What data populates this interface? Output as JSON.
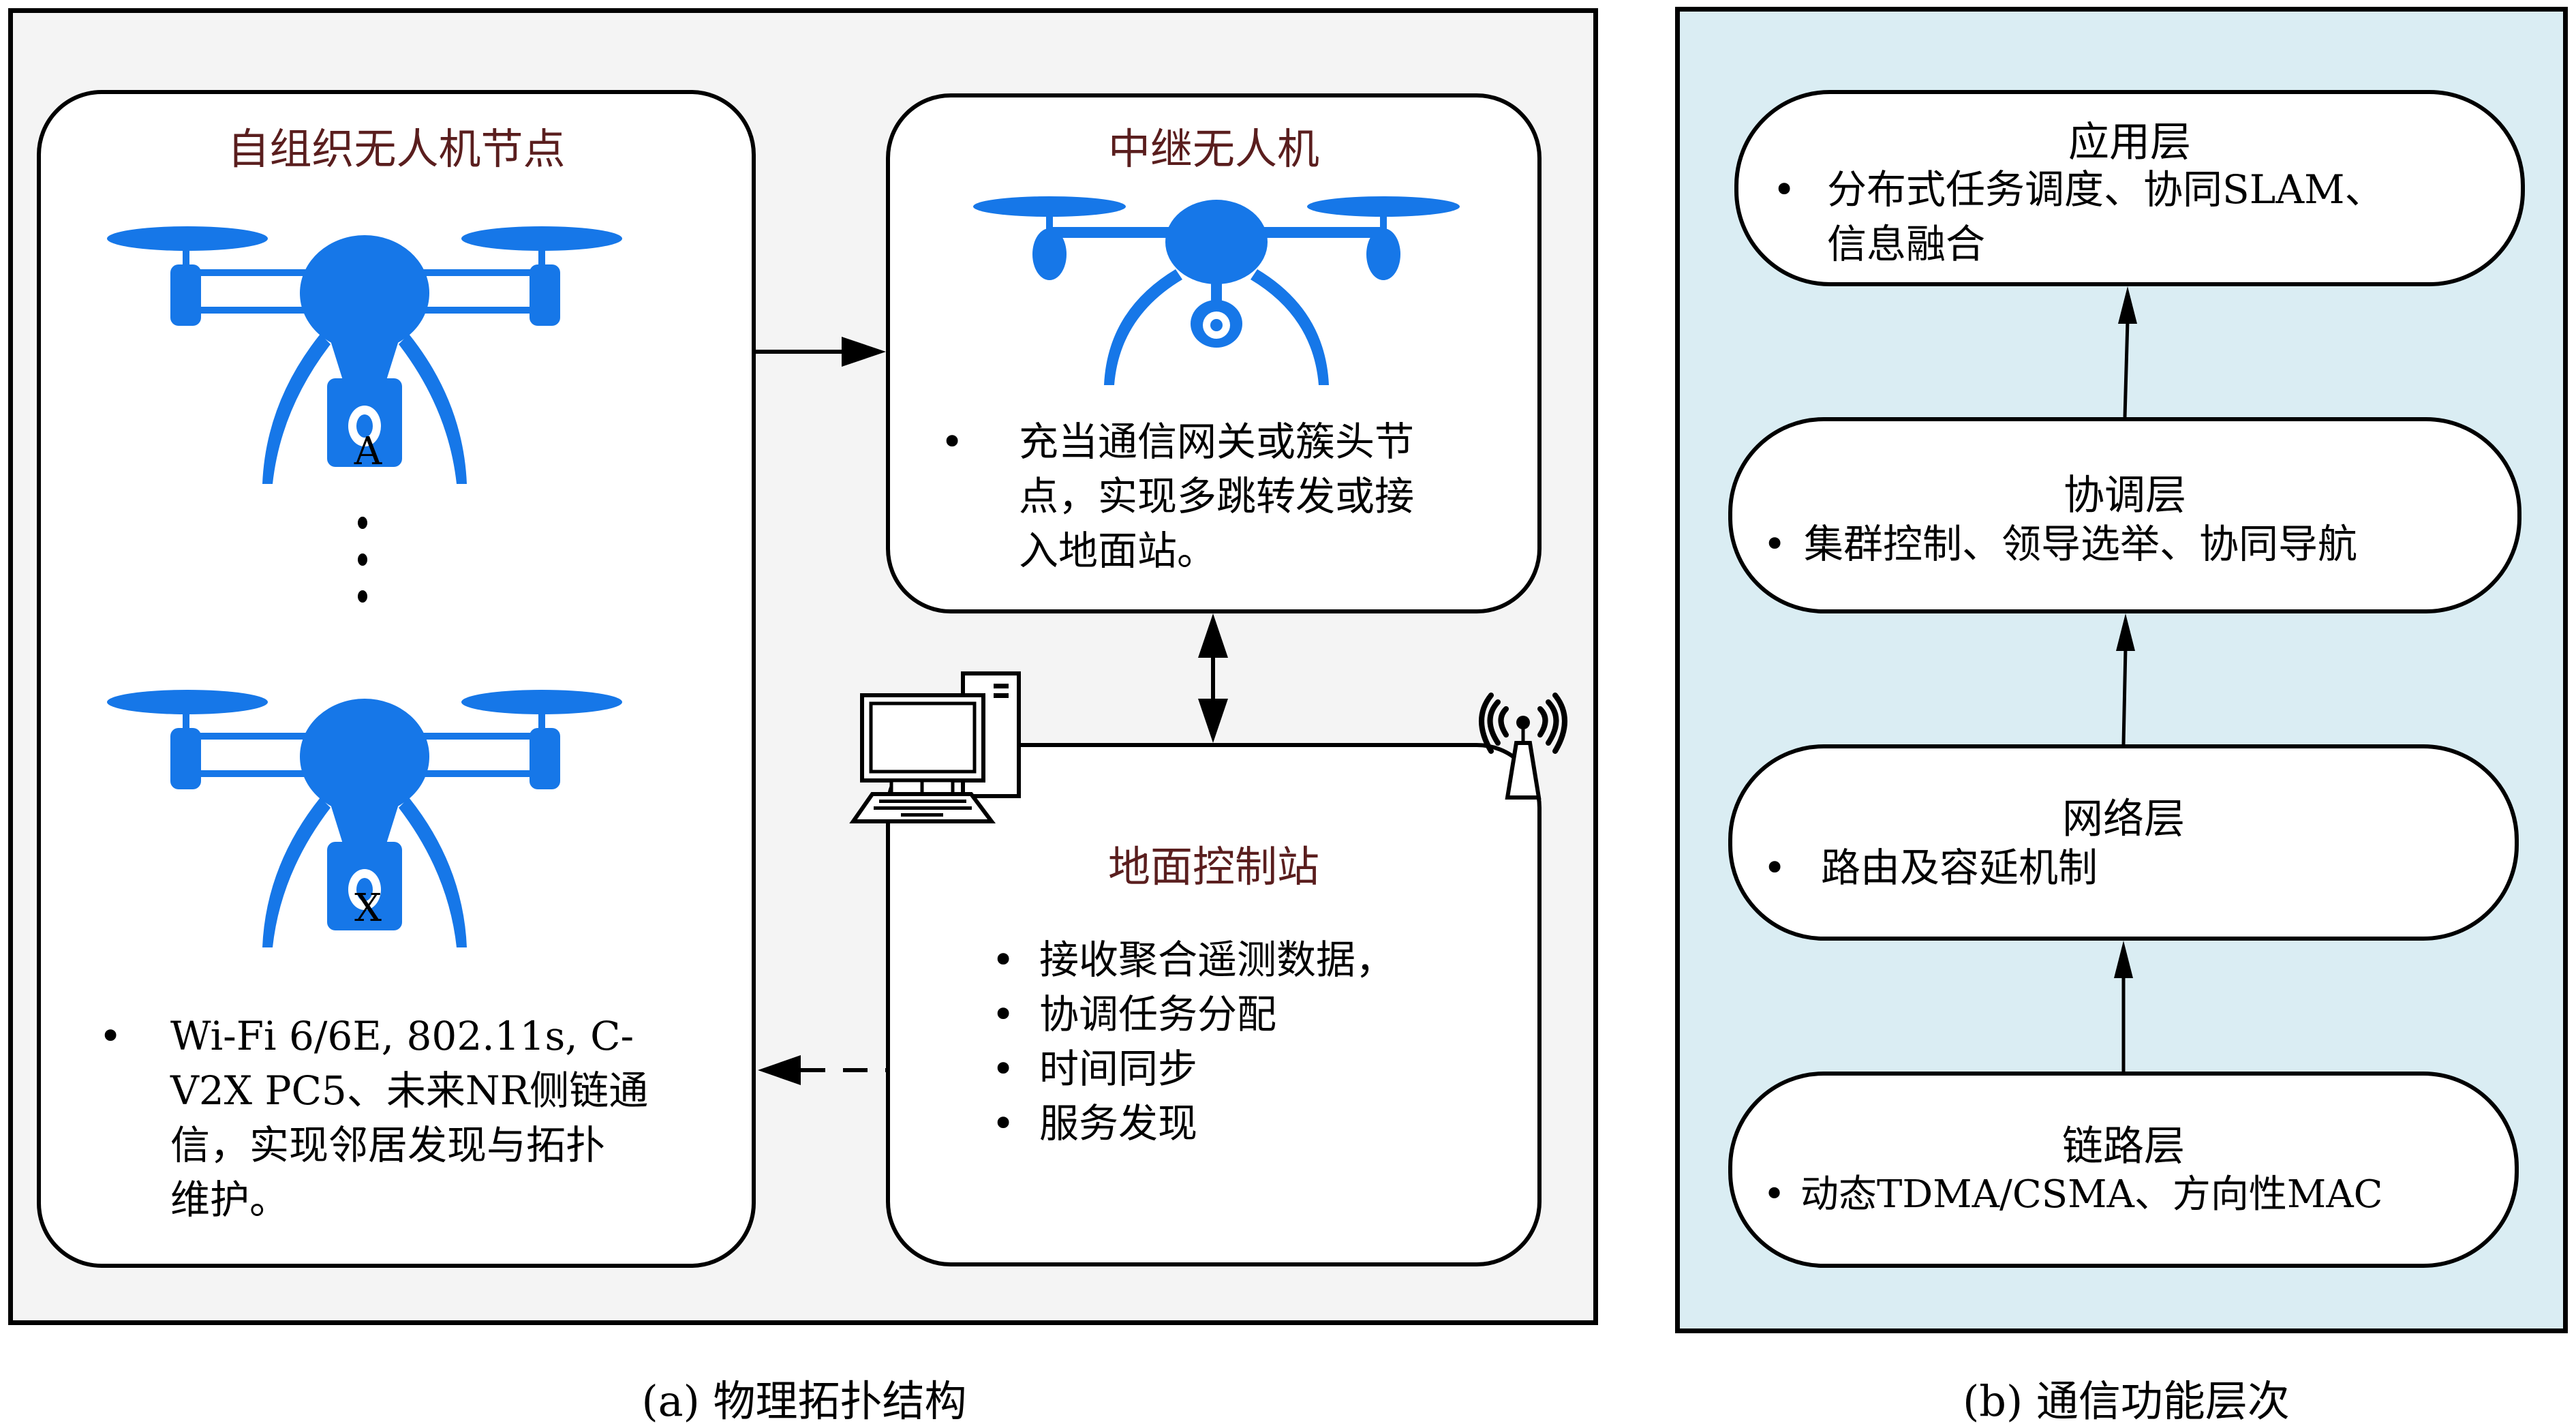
{
  "panel_a": {
    "caption": "(a) 物理拓扑结构",
    "uav_node_box": {
      "title": "自组织无人机节点",
      "drone_labels": [
        "A",
        "X"
      ],
      "ellipsis": "·\n·\n·",
      "bullet": "•",
      "lines": [
        "Wi-Fi 6/6E, 802.11s, C-",
        "V2X PC5、未来NR侧链通",
        "信，实现邻居发现与拓扑",
        "维护。"
      ]
    },
    "relay_box": {
      "title": "中继无人机",
      "bullet": "•",
      "lines": [
        "充当通信网关或簇头节",
        "点，实现多跳转发或接",
        "入地面站。"
      ]
    },
    "ground_box": {
      "title": "地面控制站",
      "bullet": "•",
      "items": [
        "接收聚合遥测数据，",
        "协调任务分配",
        "时间同步",
        "服务发现"
      ]
    },
    "colors": {
      "title": "#5a1e1e",
      "drone": "#1677e8",
      "panel_bg": "#f4f4f4"
    }
  },
  "panel_b": {
    "caption": "(b) 通信功能层次",
    "bullet": "•",
    "layers": [
      {
        "title": "应用层",
        "lines": [
          "分布式任务调度、协同SLAM、",
          "信息融合"
        ]
      },
      {
        "title": "协调层",
        "lines": [
          "集群控制、领导选举、协同导航"
        ]
      },
      {
        "title": "网络层",
        "lines": [
          "路由及容延机制"
        ]
      },
      {
        "title": "链路层",
        "lines": [
          "动态TDMA/CSMA、方向性MAC"
        ]
      }
    ],
    "colors": {
      "panel_bg": "#daedf3"
    }
  }
}
